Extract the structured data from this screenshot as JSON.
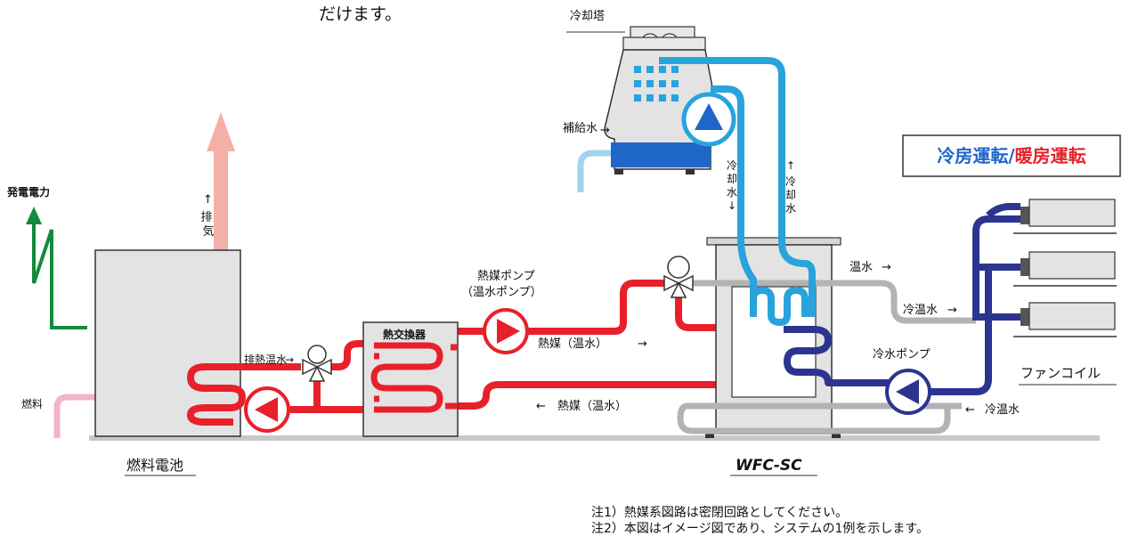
{
  "top_text": "だけます。",
  "labels": {
    "cooling_tower": "冷却塔",
    "makeup_water": "補給水",
    "power_output": "発電電力",
    "exhaust": "排\n気",
    "fuel": "燃料",
    "fuel_cell": "燃料電池",
    "waste_heat_water": "排熱温水",
    "heat_exchanger": "熱交換器",
    "heat_medium_pump_line1": "熱媒ポンプ",
    "heat_medium_pump_line2": "（温水ポンプ）",
    "heat_medium_forward": "熱媒（温水）",
    "heat_medium_return": "熱媒（温水）",
    "cooling_water_down": "冷\n却\n水",
    "cooling_water_up": "冷\n却\n水",
    "hot_water": "温水",
    "cold_hot_water_out": "冷温水",
    "cold_water_pump": "冷水ポンプ",
    "cold_hot_water_return": "冷温水",
    "fan_coil": "ファンコイル",
    "machine": "WFC-SC",
    "mode_cooling": "冷房運転",
    "mode_sep": "/",
    "mode_heating": "暖房運転"
  },
  "notes": [
    "注1）熱媒系図路は密閉回路としてください。",
    "注2）本図はイメージ図であり、システムの1例を示します。"
  ],
  "colors": {
    "hot": "#e8202a",
    "cooling": "#29a3dc",
    "cold_hot": "#2b3590",
    "gray_pipe": "#b3b3b3",
    "power": "#148a3c",
    "fuel": "#f2b3cc",
    "exhaust": "#f4b0a8",
    "makeup": "#9fd3f0",
    "title_blue": "#1f66c9",
    "title_red": "#e8202a"
  }
}
